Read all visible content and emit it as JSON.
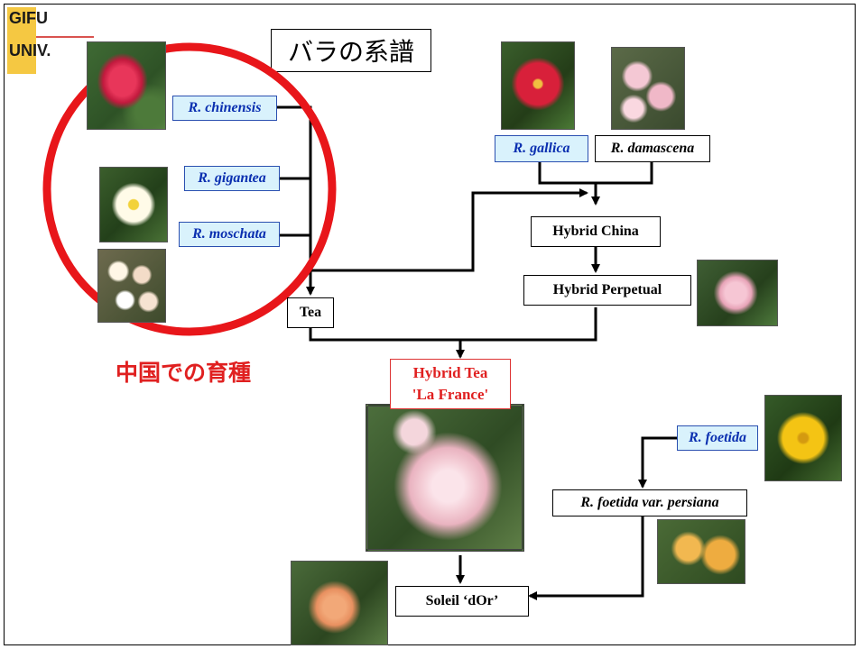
{
  "logo": {
    "line1": "GIFU",
    "line2": "UNIV."
  },
  "title": "バラの系譜",
  "species": {
    "chinensis": "R. chinensis",
    "gigantea": "R. gigantea",
    "moschata": "R. moschata",
    "gallica": "R. gallica",
    "damascena": "R. damascena",
    "foetida": "R. foetida"
  },
  "nodes": {
    "hybrid_china": "Hybrid China",
    "hybrid_perpetual": "Hybrid Perpetual",
    "tea": "Tea",
    "hybrid_tea_line1": "Hybrid Tea",
    "hybrid_tea_line2": "'La France'",
    "persiana": "R. foetida var. persiana",
    "soleil": "Soleil ‘dOr’"
  },
  "china_breeding_label": "中国での育種",
  "colors": {
    "circle": "#e8161a",
    "species_text": "#0a2fb0",
    "species_bg": "#d9f2fc",
    "red_text": "#e02020",
    "logo": "#f5c842"
  }
}
